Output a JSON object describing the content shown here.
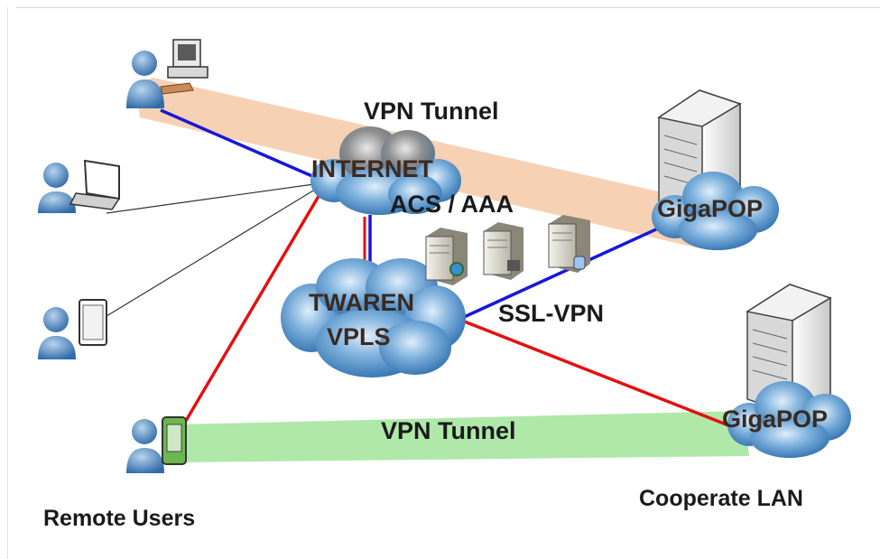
{
  "labels": {
    "vpn_tunnel_top": "VPN Tunnel",
    "internet": "INTERNET",
    "acs_aaa": "ACS / AAA",
    "gigapop_top": "GigaPOP",
    "twaren_line1": "TWAREN",
    "twaren_line2": "VPLS",
    "ssl_vpn": "SSL-VPN",
    "vpn_tunnel_bottom": "VPN Tunnel",
    "gigapop_bottom": "GigaPOP",
    "cooperate_lan": "Cooperate LAN",
    "remote_users": "Remote Users"
  },
  "colors": {
    "tunnel_top": "#f4c8a8",
    "tunnel_bottom": "#a8e6a0",
    "cloud": "#5a94c8",
    "link_blue": "#1a1ad8",
    "link_red": "#e01010",
    "link_thin": "#333333",
    "user": "#4a7fb8"
  },
  "icons": [
    "user-desktop-icon",
    "user-laptop-icon",
    "user-tablet-icon",
    "user-phone-icon",
    "server-icon",
    "server-tower-icon",
    "cloud-icon"
  ]
}
